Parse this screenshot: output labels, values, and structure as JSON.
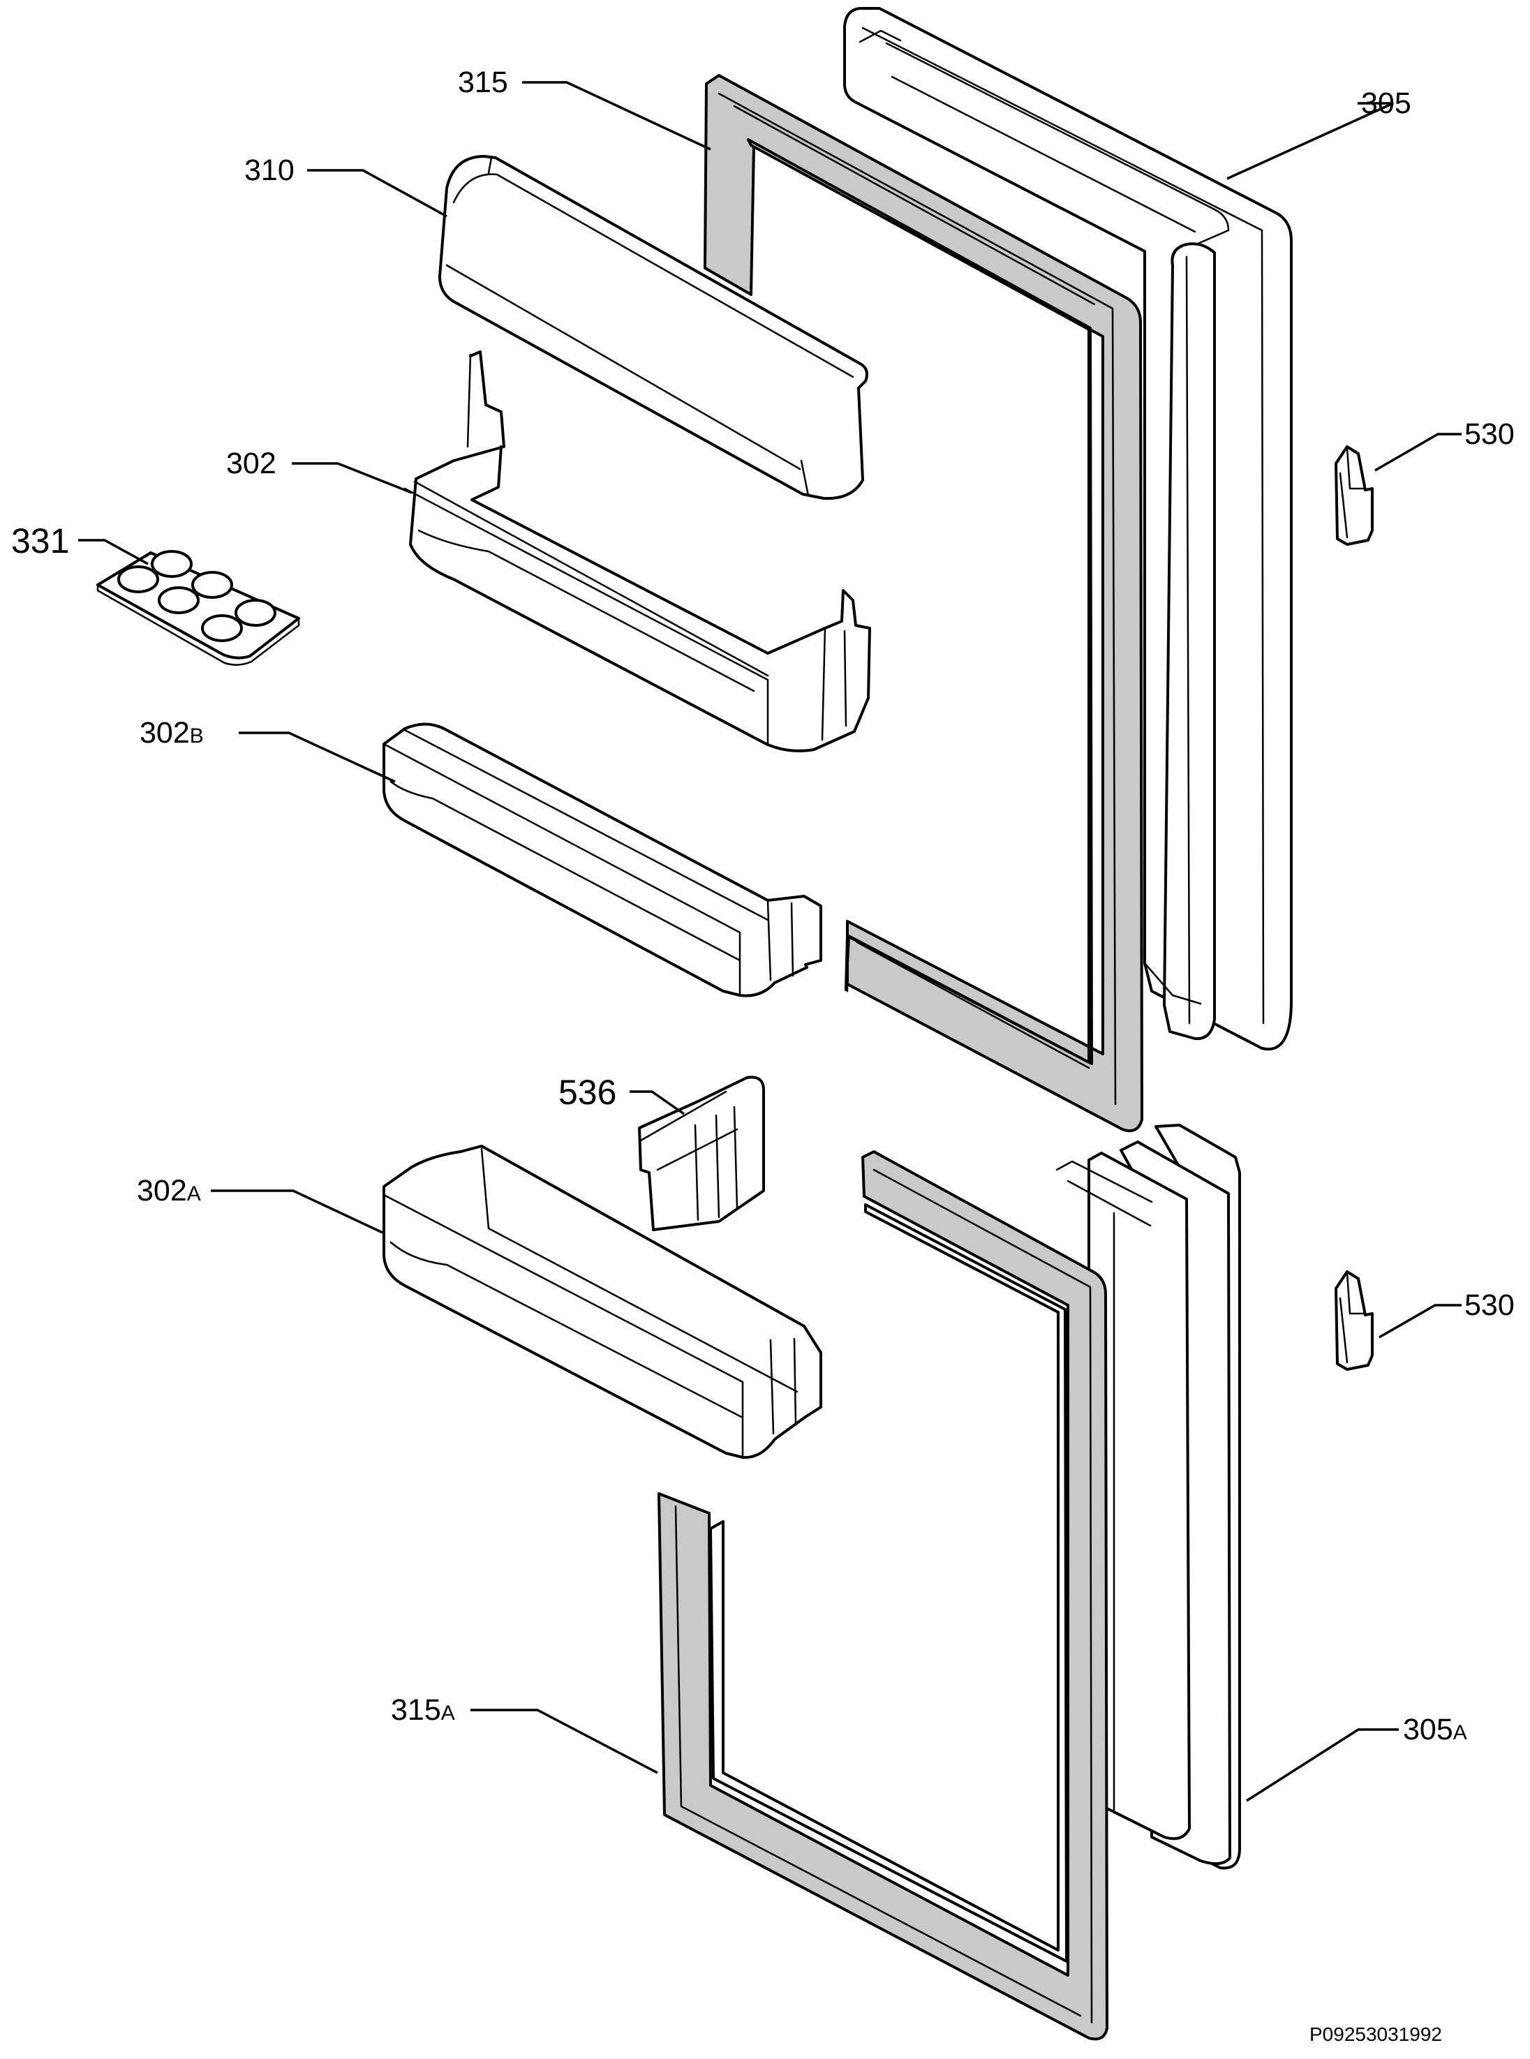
{
  "diagram": {
    "labels": {
      "l305": {
        "num": "305",
        "suffix": ""
      },
      "l315": {
        "num": "315",
        "suffix": ""
      },
      "l310": {
        "num": "310",
        "suffix": ""
      },
      "l302": {
        "num": "302",
        "suffix": ""
      },
      "l331": {
        "num": "331",
        "suffix": ""
      },
      "l530a": {
        "num": "530",
        "suffix": ""
      },
      "l302b": {
        "num": "302",
        "suffix": "B"
      },
      "l536": {
        "num": "536",
        "suffix": ""
      },
      "l302a": {
        "num": "302",
        "suffix": "A"
      },
      "l530b": {
        "num": "530",
        "suffix": ""
      },
      "l315a": {
        "num": "315",
        "suffix": "A"
      },
      "l305a": {
        "num": "305",
        "suffix": "A"
      }
    },
    "drawing_code": "P09253031992"
  }
}
